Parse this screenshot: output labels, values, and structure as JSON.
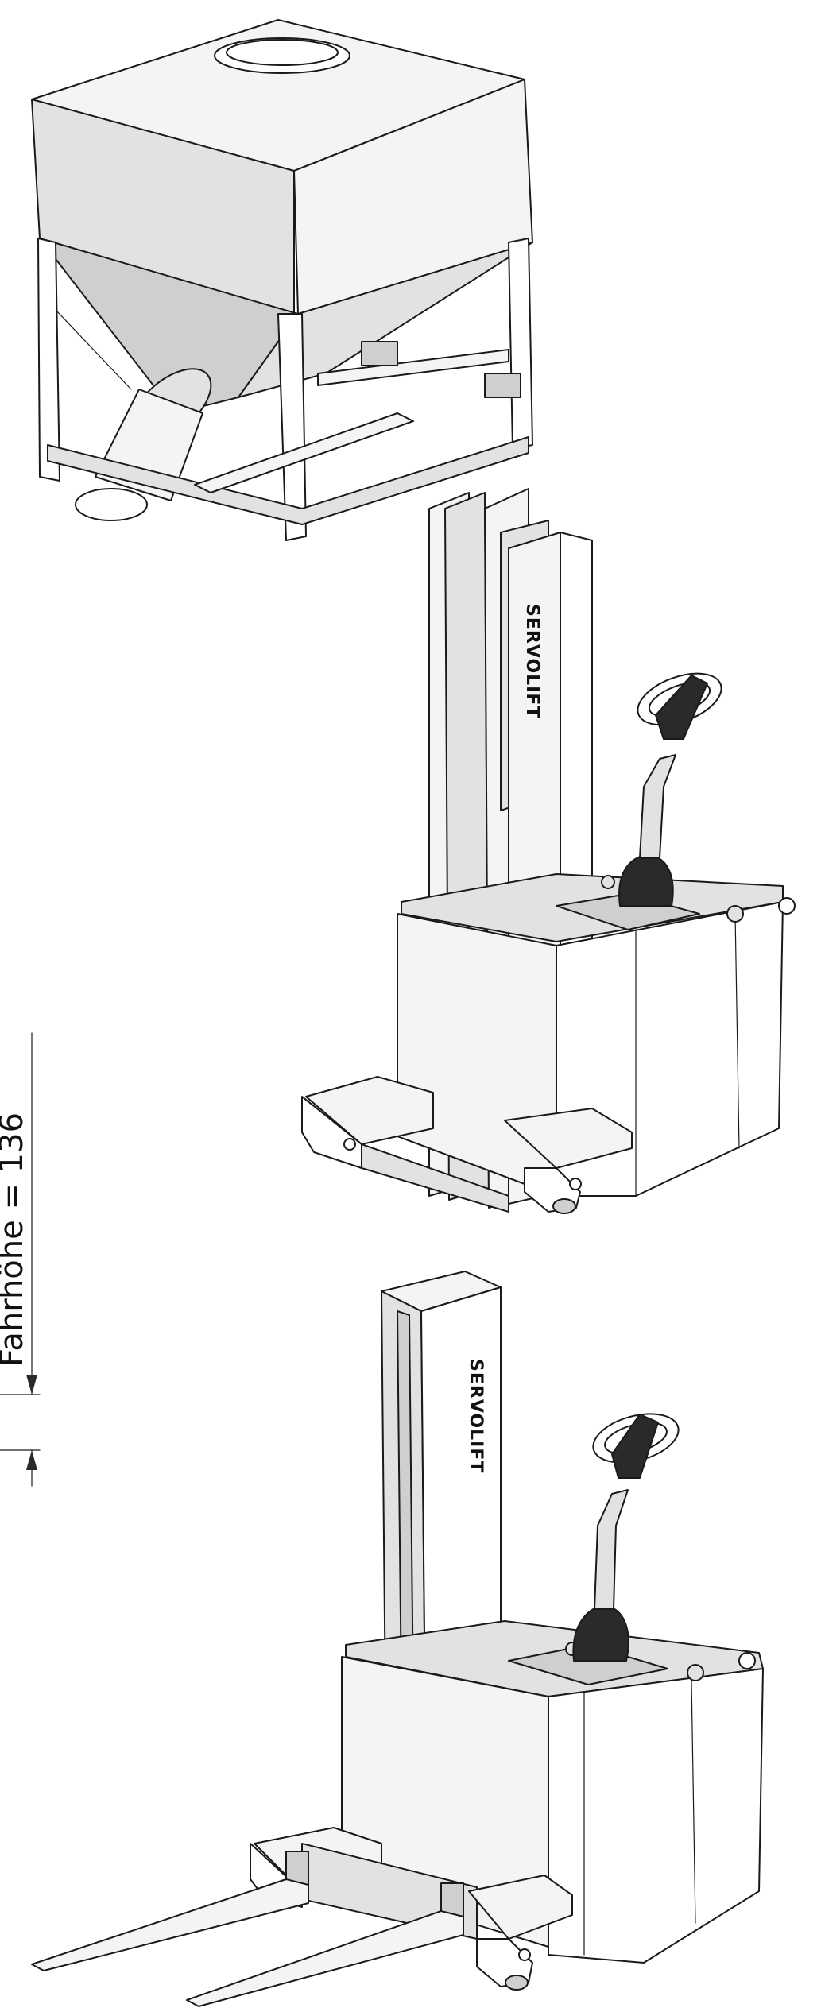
{
  "dimension": {
    "label": "Fahrhöhe = 136"
  },
  "machines": [
    {
      "id": "upper",
      "brand": "SERVOLIFT",
      "description": "stacker with IBC container on lifted mast"
    },
    {
      "id": "lower",
      "brand": "SERVOLIFT",
      "description": "stacker with forks lowered"
    }
  ],
  "colors": {
    "line": "#1a1a1a",
    "light_metal": "#e2e2e2",
    "mid_metal": "#cfcfcf",
    "dark_part": "#2a2a2a"
  }
}
